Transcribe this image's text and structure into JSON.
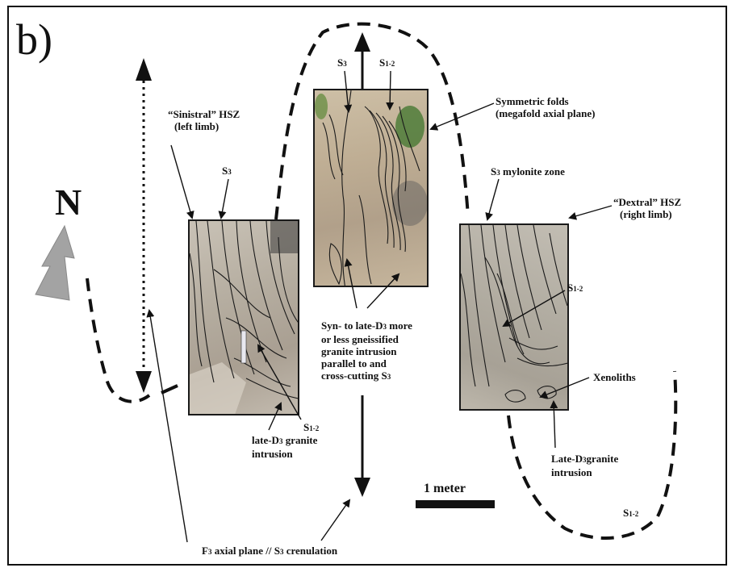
{
  "figure": {
    "panel_letter": "b)",
    "north_label": "N",
    "scale_label": "1 meter"
  },
  "labels": {
    "sinistral_1": "“Sinistral” HSZ",
    "sinistral_2": "(left limb)",
    "s3_left": "S",
    "s3_left_sub": "3",
    "s3_top": "S",
    "s3_top_sub": "3",
    "s12_top": "S",
    "s12_top_sub": "1-2",
    "symmetric_1": "Symmetric folds",
    "symmetric_2": "(megafold axial plane)",
    "mylonite": "S",
    "mylonite_sub": "3",
    "mylonite_rest": " mylonite zone",
    "dextral_1": "“Dextral” HSZ",
    "dextral_2": "(right limb)",
    "s12_right": "S",
    "s12_right_sub": "1-2",
    "syn_1a": "Syn- to late-D",
    "syn_1sub": "3",
    "syn_1b": " more",
    "syn_2": "or less gneissified",
    "syn_3": "granite intrusion",
    "syn_4": "parallel to and",
    "syn_5a": "cross-cutting S",
    "syn_5sub": "3",
    "xenoliths": "Xenoliths",
    "s12_left": "S",
    "s12_left_sub": "1-2",
    "lated3_1a": "late-D",
    "lated3_1sub": "3",
    "lated3_1b": " granite",
    "lated3_2": "intrusion",
    "lated3r_1a": "Late-D",
    "lated3r_1sub": "3",
    "lated3r_1b": "granite",
    "lated3r_2": "intrusion",
    "f3_a": "F",
    "f3_sub": "3",
    "f3_b": " axial plane // S",
    "f3_sub2": "3",
    "f3_c": " crenulation",
    "s12_bottom": "S",
    "s12_bottom_sub": "1-2"
  },
  "colors": {
    "ink": "#111111",
    "north_arrow": "#a3a3a3"
  }
}
